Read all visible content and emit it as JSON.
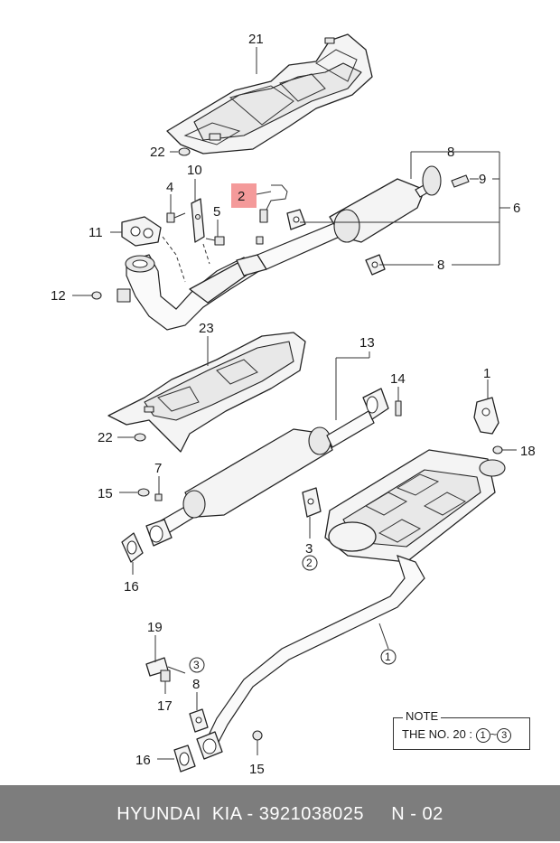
{
  "labels": {
    "p21": "21",
    "p22a": "22",
    "p10": "10",
    "p2": "2",
    "p8a": "8",
    "p9": "9",
    "p6": "6",
    "p4": "4",
    "p5": "5",
    "p11": "11",
    "p8b": "8",
    "p12": "12",
    "p23": "23",
    "p13": "13",
    "p14": "14",
    "p1": "1",
    "p22b": "22",
    "p7": "7",
    "p18": "18",
    "p15a": "15",
    "p3": "3",
    "p16a": "16",
    "p19": "19",
    "p8c": "8",
    "p17": "17",
    "p16b": "16",
    "p15b": "15"
  },
  "circled": {
    "c2": "2",
    "c1": "1",
    "c3": "3"
  },
  "highlight_color": "#f49a9a",
  "note": {
    "title": "NOTE",
    "text_prefix": "THE NO. 20 : ",
    "range_from": "1",
    "range_sep": "~",
    "range_to": "3"
  },
  "footer": {
    "brand": "HYUNDAI  KIA",
    "part_number": "3921038025",
    "page": "N - 02",
    "separator": " - "
  }
}
